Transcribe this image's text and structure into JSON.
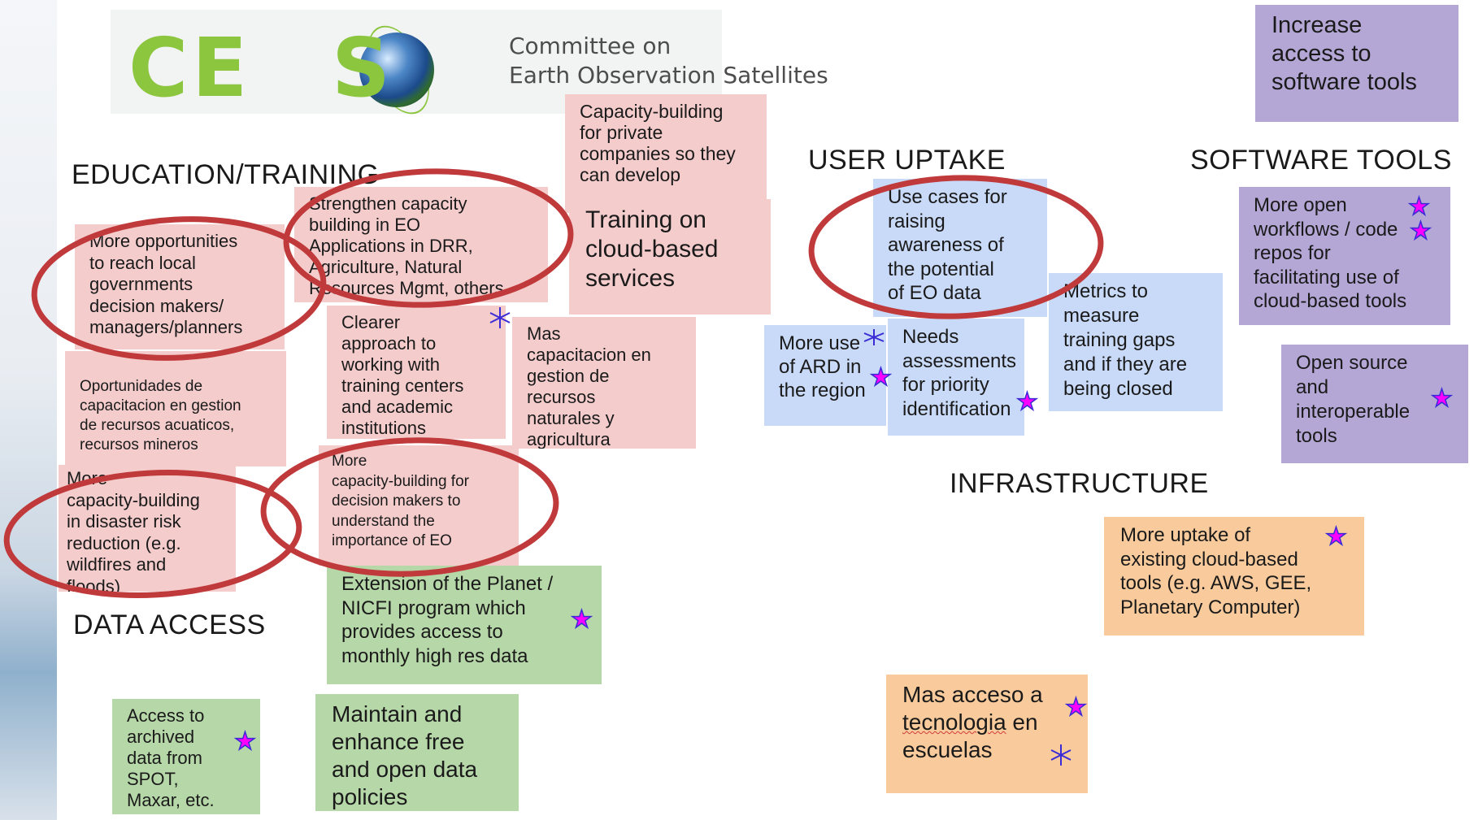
{
  "logo": {
    "text_c": "C",
    "text_e": "E",
    "text_s": "S",
    "line1": "Committee on",
    "line2": "Earth Observation Satellites"
  },
  "headings": {
    "education": "EDUCATION/TRAINING",
    "user_uptake": "USER UPTAKE",
    "software_tools": "SOFTWARE TOOLS",
    "infrastructure": "INFRASTRUCTURE",
    "data_access": "DATA ACCESS"
  },
  "notes": {
    "capacity_private": "Capacity-building\nfor private\ncompanies so they\ncan develop",
    "strengthen_capacity": "Strengthen capacity\nbuilding in EO\nApplications in DRR,\nAgriculture, Natural\nResources Mgmt, others.",
    "training_cloud": "Training on\ncloud-based\nservices",
    "more_opportunities": "More opportunities\nto reach local\ngovernments\ndecision makers/\nmanagers/planners",
    "clearer_approach": "Clearer\napproach to\nworking with\ntraining centers\nand academic\ninstitutions",
    "mas_capacitacion": "Mas\ncapacitacion en\ngestion de\nrecursos\nnaturales y\nagricultura",
    "oportunidades": "Oportunidades de\ncapacitacion en gestion\nde recursos acuaticos,\nrecursos mineros",
    "more_capacity_disaster": "More\ncapacity-building\nin disaster risk\nreduction (e.g.\nwildfires and\nfloods)",
    "more_capacity_decision": "More\ncapacity-building for\ndecision makers to\nunderstand the\nimportance of EO",
    "extension_planet": "Extension of the Planet /\nNICFI program which\nprovides access to\nmonthly high res data",
    "access_archived": "Access to\narchived\ndata from\nSPOT,\nMaxar, etc.",
    "maintain_enhance": "Maintain and\nenhance free\nand open data\npolicies",
    "use_cases": "Use cases for\nraising\nawareness of\nthe potential\nof EO data",
    "more_use_ard": "More use\nof ARD in\nthe region",
    "needs_assessments": "Needs\nassessments\nfor priority\nidentification",
    "metrics": "Metrics to\nmeasure\ntraining gaps\nand if they are\nbeing closed",
    "increase_access": "Increase\naccess to\nsoftware tools",
    "more_open_workflows": "More open\nworkflows / code\nrepos for\nfacilitating use of\ncloud-based tools",
    "open_source": "Open source\nand\ninteroperable\ntools",
    "more_uptake": "More uptake of\nexisting cloud-based\ntools (e.g. AWS, GEE,\nPlanetary Computer)",
    "mas_acceso_line1": "Mas acceso a",
    "mas_acceso_line2_a": "tecnologia",
    "mas_acceso_line2_b": " en",
    "mas_acceso_line3": "escuelas"
  },
  "colors": {
    "pink": "#f4cccc",
    "blue": "#c9daf8",
    "purple": "#b4a7d6",
    "green": "#b6d7a8",
    "orange": "#f9cb9c",
    "circle": "#c0393b",
    "star_fill": "#ff00ff",
    "star_outline": "#3a2bd6",
    "logo_green": "#8cc63f"
  },
  "icons": {
    "filled_star": "star-filled-icon",
    "outline_star": "star-outline-icon",
    "globe": "globe-icon"
  }
}
